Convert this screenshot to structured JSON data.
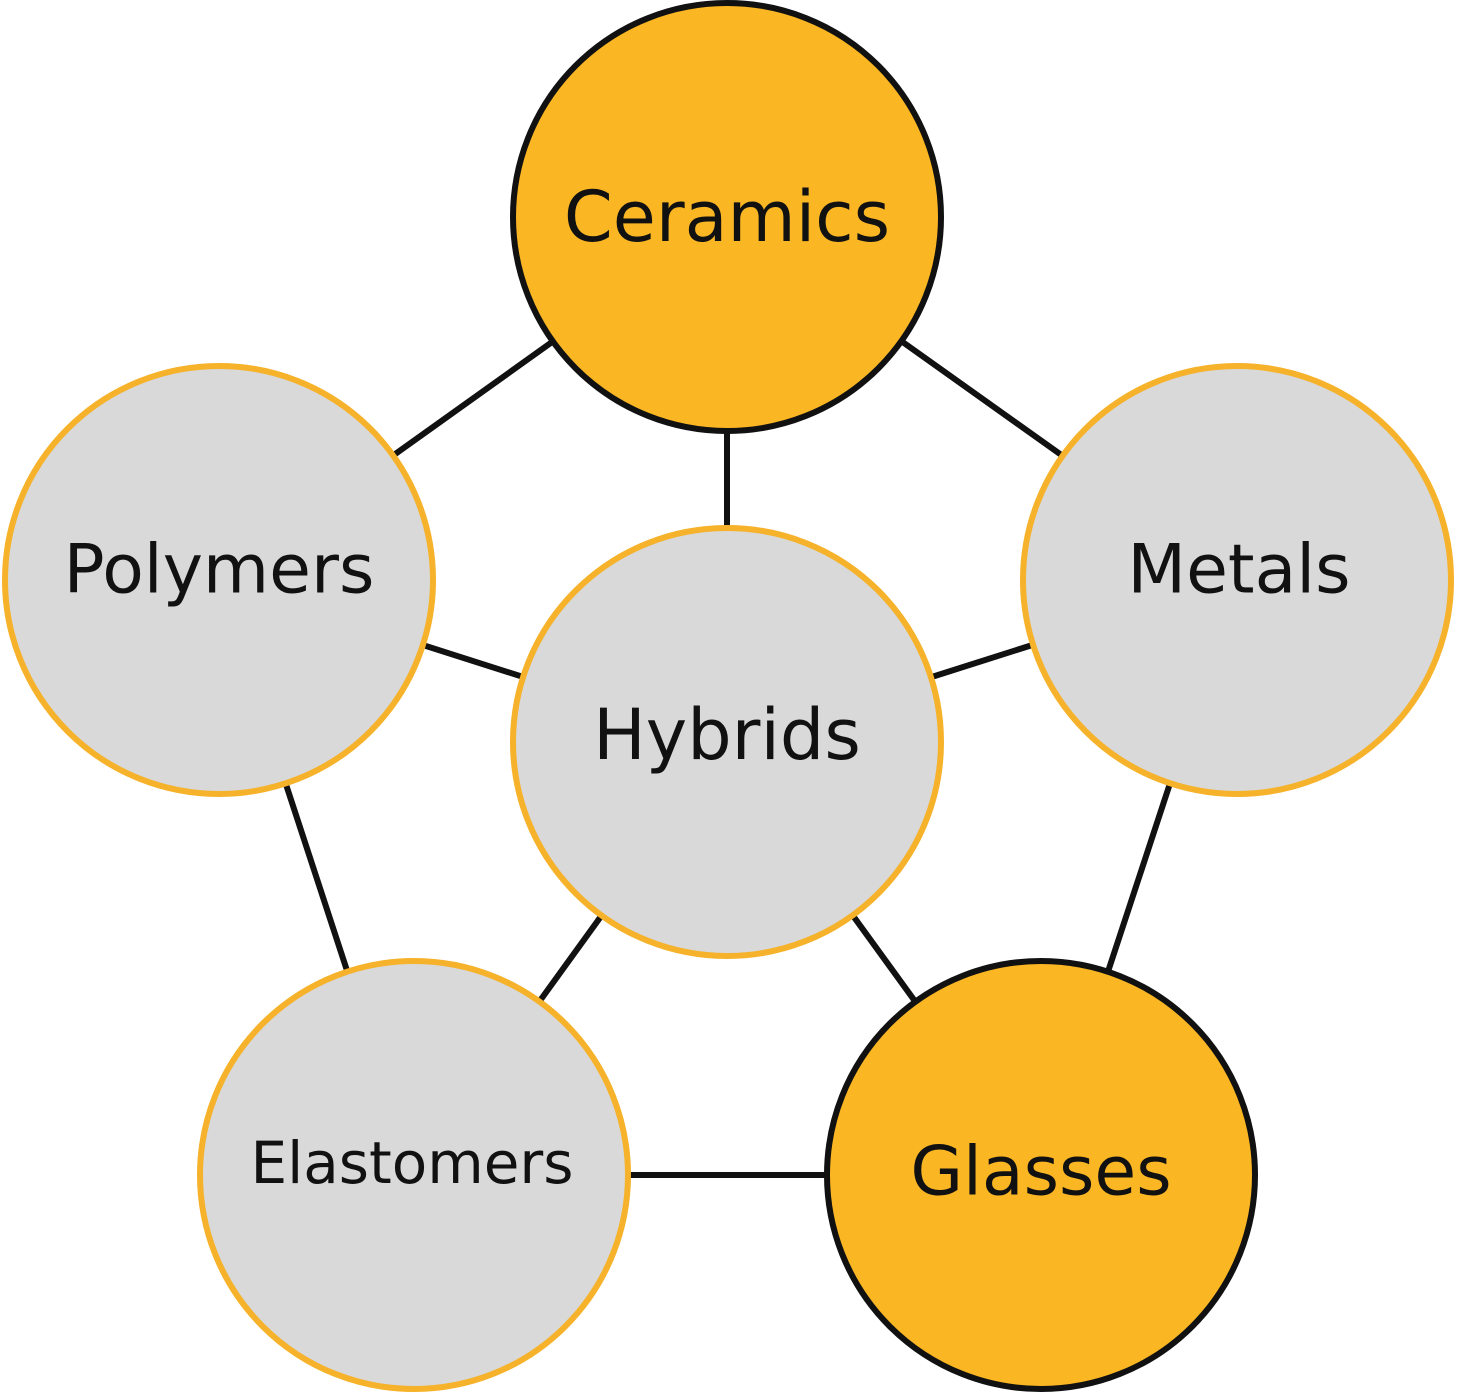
{
  "colors": {
    "highlight_fill": "#FBB623",
    "normal_fill": "#D9D9D9",
    "highlight_stroke": "#111111",
    "normal_stroke": "#F5B22A",
    "connector": "#111111",
    "text": "#111111"
  },
  "nodes": {
    "ceramics": {
      "label": "Ceramics",
      "highlighted": true
    },
    "polymers": {
      "label": "Polymers",
      "highlighted": false
    },
    "metals": {
      "label": "Metals",
      "highlighted": false
    },
    "hybrids": {
      "label": "Hybrids",
      "highlighted": false
    },
    "elastomers": {
      "label": "Elastomers",
      "highlighted": false
    },
    "glasses": {
      "label": "Glasses",
      "highlighted": true
    }
  },
  "connections": [
    [
      "ceramics",
      "polymers"
    ],
    [
      "ceramics",
      "metals"
    ],
    [
      "ceramics",
      "hybrids"
    ],
    [
      "polymers",
      "hybrids"
    ],
    [
      "metals",
      "hybrids"
    ],
    [
      "polymers",
      "elastomers"
    ],
    [
      "metals",
      "glasses"
    ],
    [
      "hybrids",
      "elastomers"
    ],
    [
      "hybrids",
      "glasses"
    ],
    [
      "elastomers",
      "glasses"
    ]
  ]
}
